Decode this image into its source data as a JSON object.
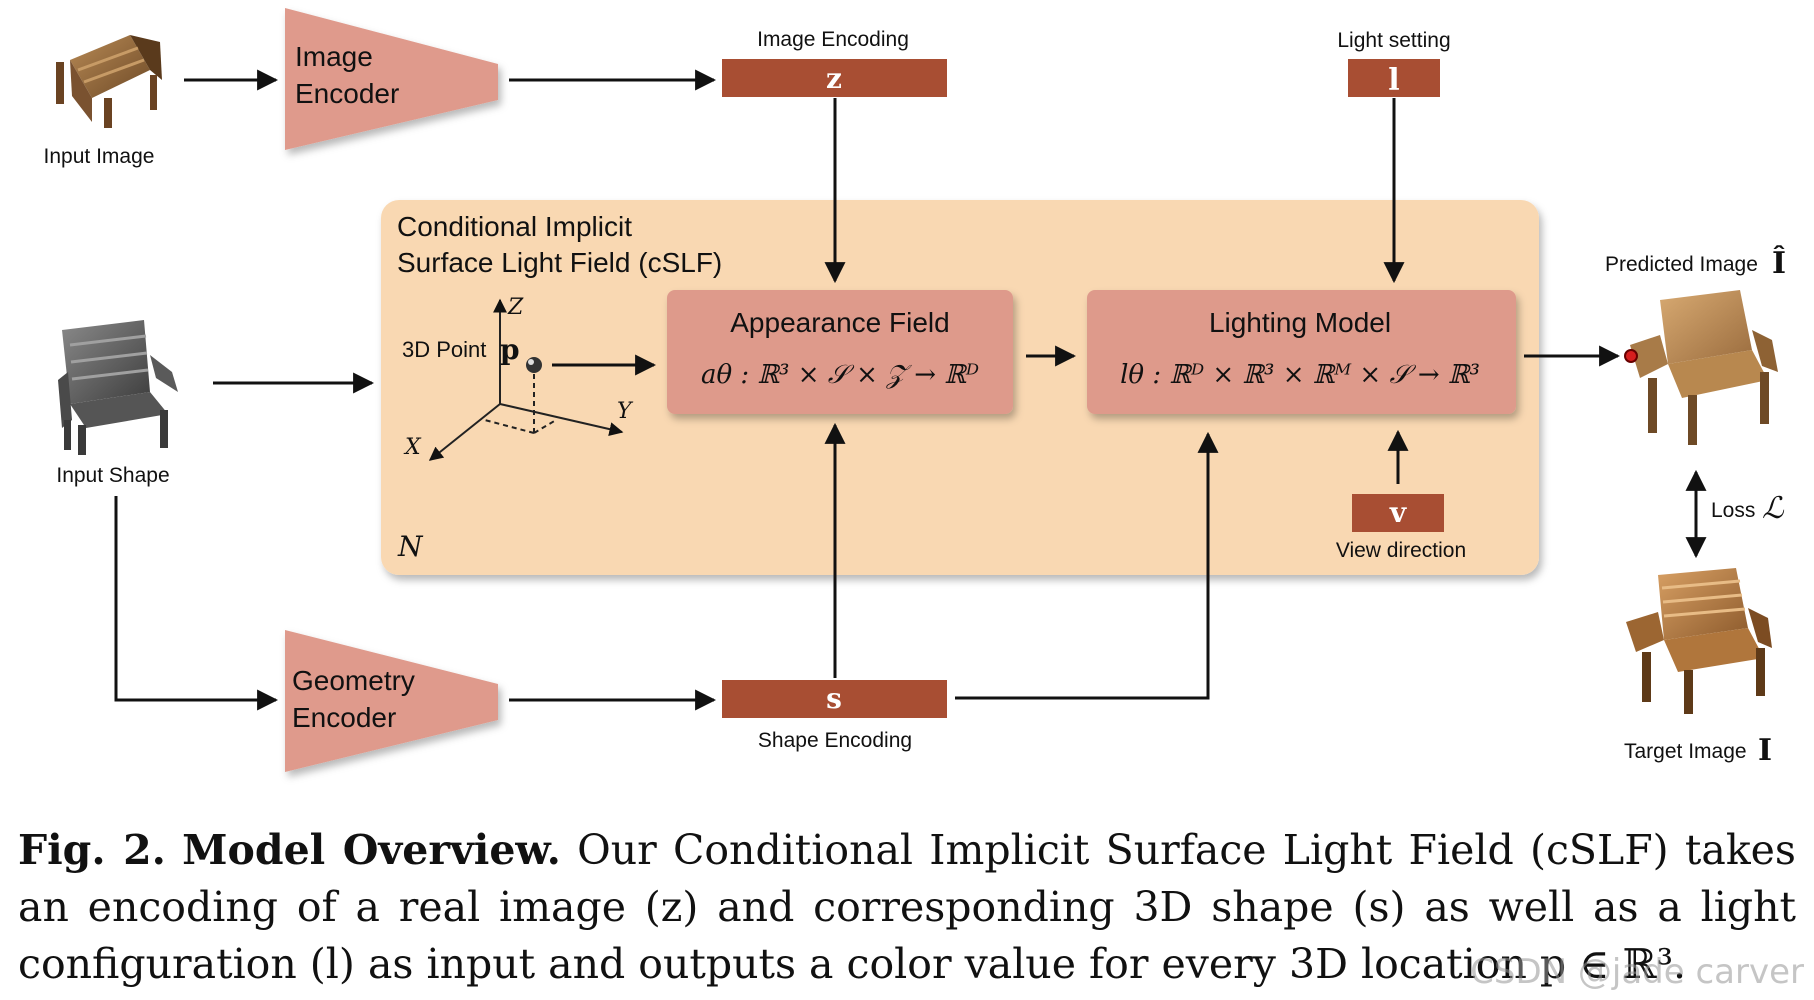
{
  "colors": {
    "encoder": "#df9a8c",
    "code_bar": "#a84e33",
    "panel": "#f9d8b2",
    "inner_box": "#de9a8b",
    "arrow": "#111111"
  },
  "diagram": {
    "input_image_label": "Input Image",
    "image_encoder": [
      "Image",
      "Encoder"
    ],
    "image_encoding_label": "Image Encoding",
    "z_symbol": "z",
    "light_setting_label": "Light setting",
    "l_symbol": "l",
    "panel_title": [
      "Conditional Implicit",
      "Surface Light Field (cSLF)"
    ],
    "point_label": "3D Point",
    "p_symbol": "p",
    "axis_z": "Z",
    "axis_x": "X",
    "axis_y": "Y",
    "repeat_symbol": "N",
    "appearance": {
      "title": "Appearance Field",
      "formula": "aθ : ℝ³ × 𝒮 × 𝒵 → ℝᴰ"
    },
    "lighting": {
      "title": "Lighting Model",
      "formula": "lθ : ℝᴰ × ℝ³ × ℝᴹ × 𝒮 → ℝ³"
    },
    "v_symbol": "v",
    "view_direction_label": "View direction",
    "input_shape_label": "Input Shape",
    "geometry_encoder": [
      "Geometry",
      "Encoder"
    ],
    "s_symbol": "s",
    "shape_encoding_label": "Shape Encoding",
    "predicted_label": "Predicted Image",
    "predicted_symbol": "Î",
    "loss_label": "Loss",
    "loss_symbol": "ℒ",
    "target_label": "Target Image",
    "target_symbol": "I"
  },
  "caption": {
    "fig_label": "Fig. 2.",
    "heading": "Model Overview.",
    "text": "Our Conditional Implicit Surface Light Field (cSLF) takes an encoding of a real image (z) and corresponding 3D shape (s) as well as a light configuration (l) as input and outputs a color value for every 3D location p ∈ ℝ³."
  },
  "watermark": "CSDN @jade carver"
}
